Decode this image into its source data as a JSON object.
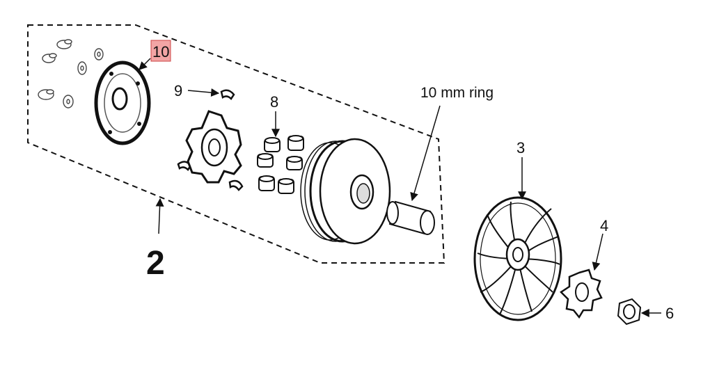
{
  "diagram": {
    "callouts": [
      {
        "id": "assembly",
        "label": "2"
      },
      {
        "id": "fan-pulley",
        "label": "3"
      },
      {
        "id": "starter-plate",
        "label": "4"
      },
      {
        "id": "nut",
        "label": "6"
      },
      {
        "id": "rollers",
        "label": "8"
      },
      {
        "id": "slider-guides",
        "label": "9"
      },
      {
        "id": "ramp-plate",
        "label": "10"
      }
    ],
    "note": "10 mm ring",
    "highlight_color": "#f2a5a5",
    "line_color": "#111111"
  }
}
